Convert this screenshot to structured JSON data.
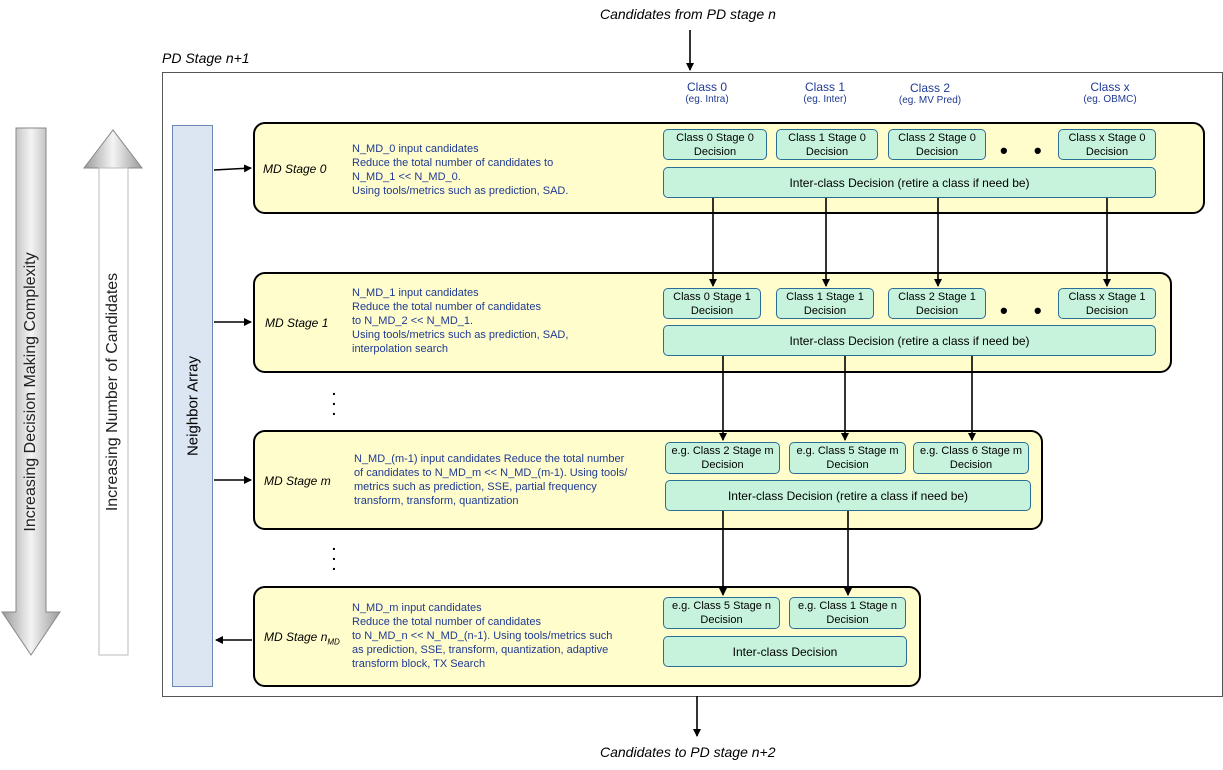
{
  "header": {
    "input_label": "Candidates from PD stage n",
    "output_label": "Candidates to PD stage n+2",
    "pd_stage_label": "PD Stage n+1"
  },
  "side": {
    "complexity_label": "Increasing Decision Making Complexity",
    "candidates_label": "Increasing Number of Candidates",
    "neighbor_label": "Neighbor Array"
  },
  "classes": [
    {
      "title": "Class 0",
      "sub": "(eg. Intra)"
    },
    {
      "title": "Class 1",
      "sub": "(eg. Inter)"
    },
    {
      "title": "Class 2",
      "sub": "(eg. MV Pred)"
    },
    {
      "title": "Class x",
      "sub": "(eg. OBMC)"
    }
  ],
  "stages": [
    {
      "label": "MD Stage 0",
      "desc": [
        "N_MD_0 input candidates",
        "Reduce the total number of candidates to",
        "N_MD_1 << N_MD_0.",
        "Using tools/metrics such as prediction, SAD."
      ],
      "decisions": [
        [
          "Class 0 Stage 0",
          "Decision"
        ],
        [
          "Class 1 Stage 0",
          "Decision"
        ],
        [
          "Class 2 Stage 0",
          "Decision"
        ],
        [
          "Class x Stage 0",
          "Decision"
        ]
      ],
      "inter": "Inter-class Decision (retire a class if need be)"
    },
    {
      "label": "MD Stage 1",
      "desc": [
        "N_MD_1 input candidates",
        "Reduce the total number of candidates",
        "to N_MD_2 << N_MD_1.",
        "Using tools/metrics such as prediction, SAD,",
        "interpolation search"
      ],
      "decisions": [
        [
          "Class 0 Stage 1",
          "Decision"
        ],
        [
          "Class 1 Stage 1",
          "Decision"
        ],
        [
          "Class 2 Stage 1",
          "Decision"
        ],
        [
          "Class x Stage 1",
          "Decision"
        ]
      ],
      "inter": "Inter-class Decision (retire a class if need be)"
    },
    {
      "label": "MD Stage ",
      "label_var": "m",
      "desc": [
        "N_MD_(m-1) input candidates Reduce the total number",
        "of candidates to N_MD_m << N_MD_(m-1). Using tools/",
        "metrics such as prediction, SSE, partial frequency",
        "transform, transform, quantization"
      ],
      "decisions": [
        [
          "e.g. Class 2 Stage m",
          "Decision"
        ],
        [
          "e.g. Class 5 Stage m",
          "Decision"
        ],
        [
          "e.g. Class 6 Stage m",
          "Decision"
        ]
      ],
      "inter": "Inter-class Decision (retire a class if need be)"
    },
    {
      "label": "MD Stage n",
      "label_sub": "MD",
      "desc": [
        "N_MD_m input candidates",
        "Reduce the total number of candidates",
        "to N_MD_n << N_MD_(n-1). Using tools/metrics such",
        "as prediction, SSE, transform, quantization, adaptive",
        "transform block, TX Search"
      ],
      "decisions": [
        [
          "e.g. Class 5 Stage n",
          "Decision"
        ],
        [
          "e.g. Class 1 Stage n",
          "Decision"
        ]
      ],
      "inter": "Inter-class Decision"
    }
  ],
  "ellipsis": "• • •"
}
